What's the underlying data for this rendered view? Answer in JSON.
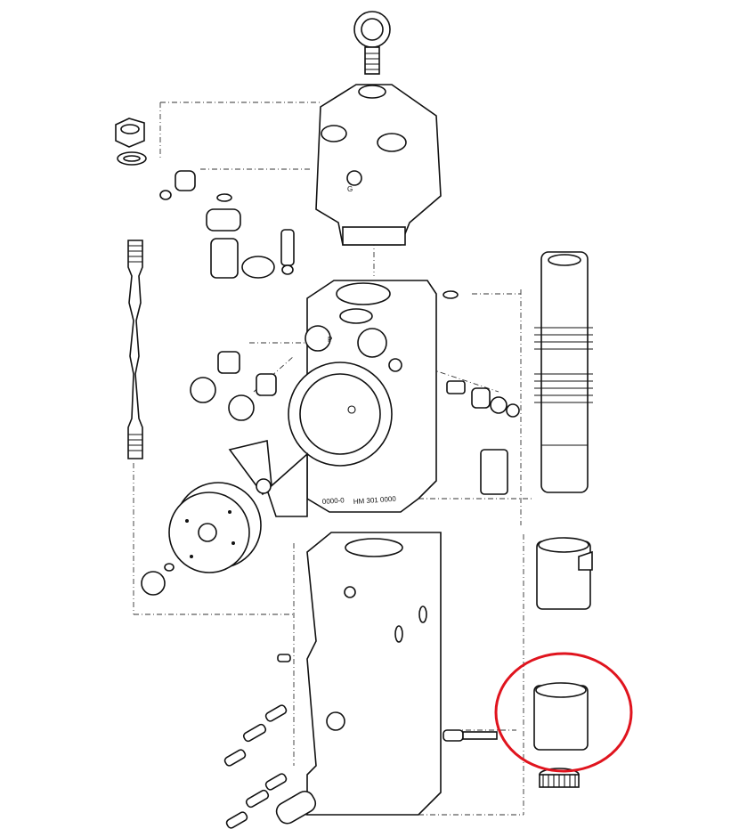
{
  "diagram": {
    "labels": {
      "port_p": "P",
      "port_g": "G",
      "plate_code": "0000-0",
      "part_number": "HM 301 0000"
    },
    "highlight": {
      "color": "#e0141e"
    }
  }
}
